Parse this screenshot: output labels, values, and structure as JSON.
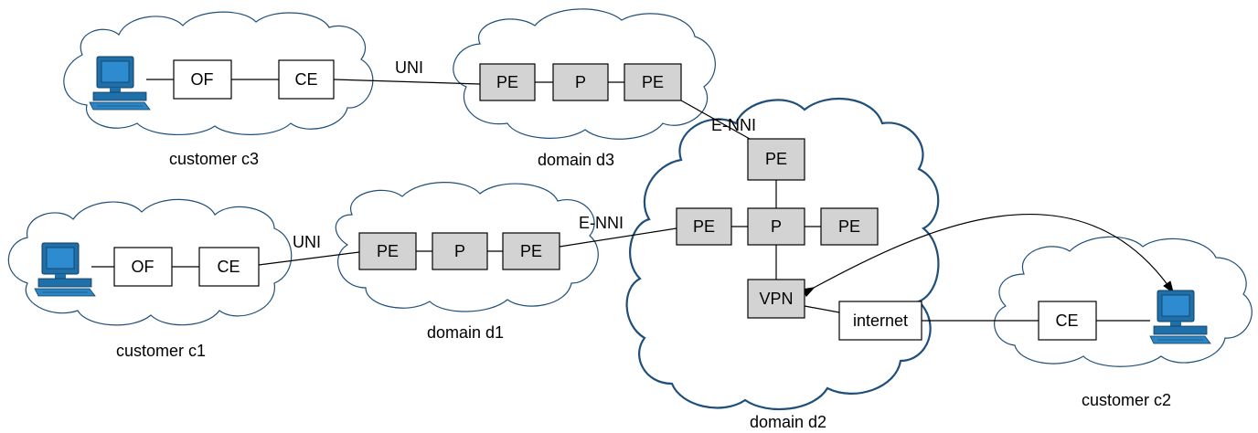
{
  "clouds": {
    "c3": {
      "label": "customer c3"
    },
    "d3": {
      "label": "domain d3"
    },
    "c1": {
      "label": "customer c1"
    },
    "d1": {
      "label": "domain d1"
    },
    "d2": {
      "label": "domain d2"
    },
    "c2": {
      "label": "customer c2"
    }
  },
  "nodes": {
    "c3_of": "OF",
    "c3_ce": "CE",
    "d3_pe1": "PE",
    "d3_p": "P",
    "d3_pe2": "PE",
    "c1_of": "OF",
    "c1_ce": "CE",
    "d1_pe1": "PE",
    "d1_p": "P",
    "d1_pe2": "PE",
    "d2_pe_top": "PE",
    "d2_pe_left": "PE",
    "d2_p": "P",
    "d2_pe_right": "PE",
    "d2_vpn": "VPN",
    "internet": "internet",
    "c2_ce": "CE"
  },
  "links": {
    "uni_c3": "UNI",
    "enni_d3": "E-NNI",
    "uni_c1": "UNI",
    "enni_d1": "E-NNI"
  },
  "colors": {
    "cloud_stroke": "#1f4f7a",
    "provider_node": "#d3d3d3",
    "computer": "#1f6fa8"
  },
  "icons": [
    "computer-icon"
  ]
}
